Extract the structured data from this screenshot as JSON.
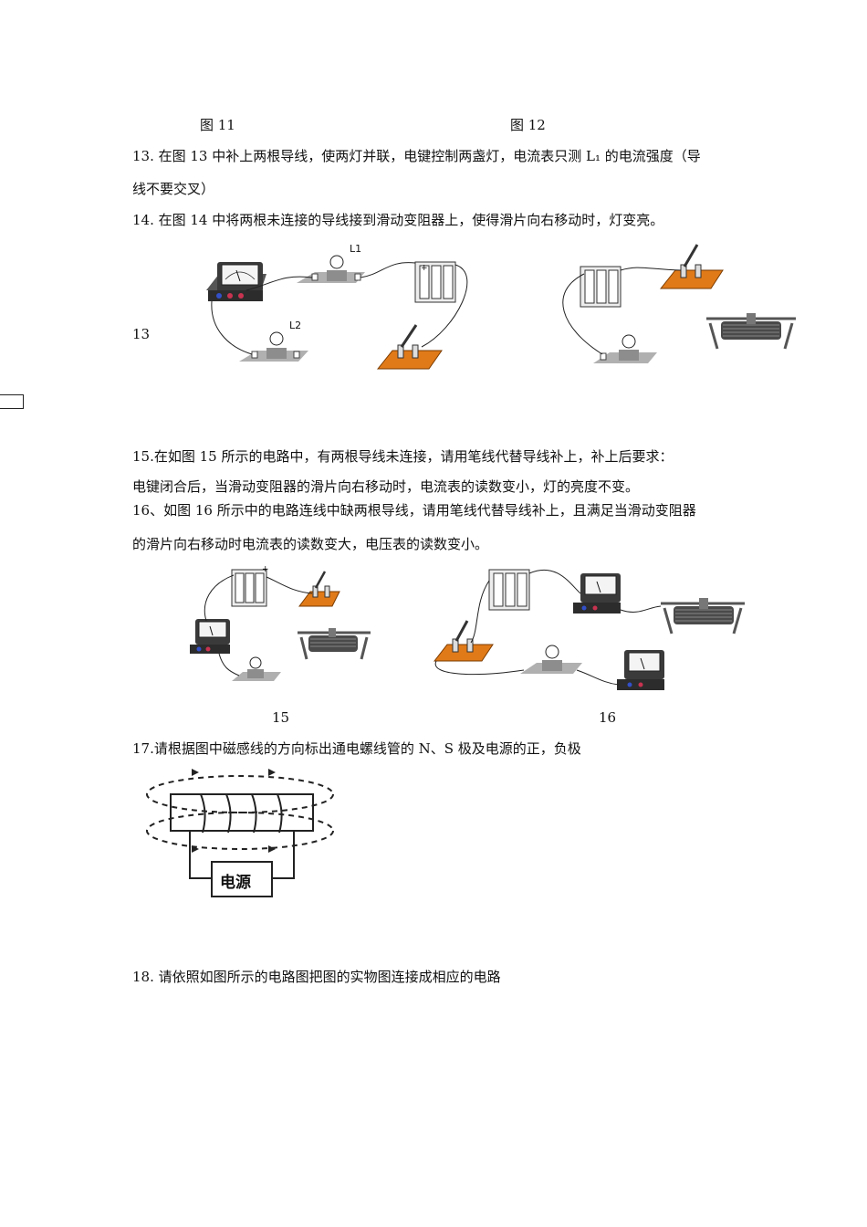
{
  "figure_captions": {
    "fig11": "图 11",
    "fig12": "图 12"
  },
  "q13": {
    "line1": "13.  在图 13 中补上两根导线，使两灯并联，电键控制两盏灯，电流表只测 L₁ 的电流强度（导",
    "line2": "线不要交叉）",
    "label": "13",
    "lamp1": "L1",
    "lamp2": "L2"
  },
  "q14": {
    "line1": "14.  在图 14 中将两根未连接的导线接到滑动变阻器上，使得滑片向右移动时，灯变亮。"
  },
  "q15": {
    "line1": "15.在如图 15 所示的电路中，有两根导线未连接，请用笔线代替导线补上，补上后要求：",
    "line2": "电键闭合后，当滑动变阻器的滑片向右移动时，电流表的读数变小，灯的亮度不变。",
    "label": "15"
  },
  "q16": {
    "line1": "16、如图 16 所示中的电路连线中缺两根导线，请用笔线代替导线补上，且满足当滑动变阻器",
    "line2": "的滑片向右移动时电流表的读数变大，电压表的读数变小。",
    "label": "16"
  },
  "q17": {
    "line1": "17.请根据图中磁感线的方向标出通电螺线管的 N、S 极及电源的正，负极",
    "power_label": "电源"
  },
  "q18": {
    "line1": "18.  请依照如图所示的电路图把图的实物图连接成相应的电路"
  },
  "colors": {
    "board": "#e07a18",
    "base": "#b0b0b0",
    "meter": "#3a3a3a",
    "wire": "#222222"
  },
  "icons": [
    "ammeter-icon",
    "voltmeter-icon",
    "lamp-icon",
    "battery-icon",
    "switch-icon",
    "rheostat-icon",
    "solenoid-icon"
  ]
}
